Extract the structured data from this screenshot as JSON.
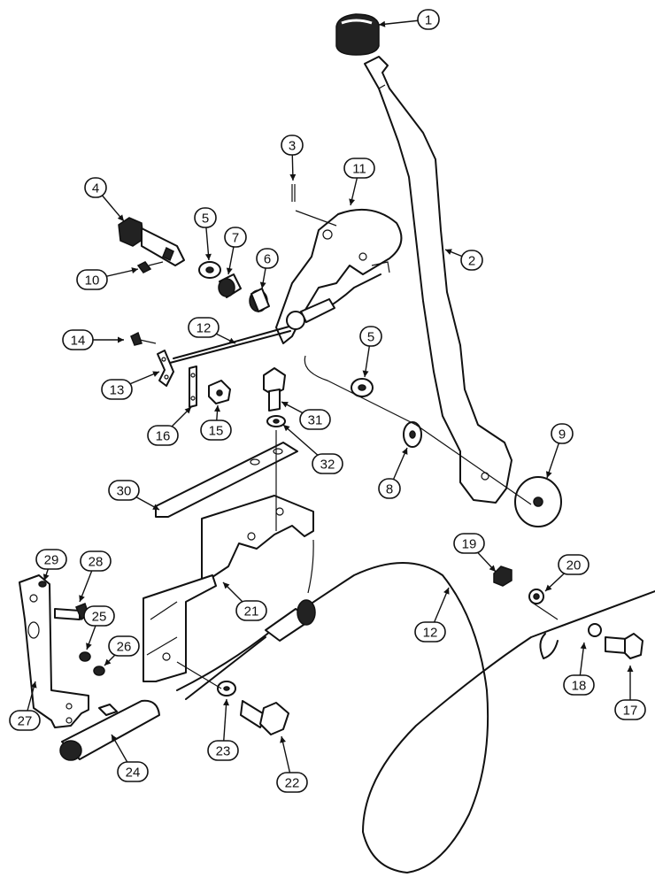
{
  "callouts": [
    {
      "id": "c1",
      "label": "1"
    },
    {
      "id": "c2",
      "label": "2"
    },
    {
      "id": "c3",
      "label": "3"
    },
    {
      "id": "c4",
      "label": "4"
    },
    {
      "id": "c5a",
      "label": "5"
    },
    {
      "id": "c5b",
      "label": "5"
    },
    {
      "id": "c6",
      "label": "6"
    },
    {
      "id": "c7",
      "label": "7"
    },
    {
      "id": "c8",
      "label": "8"
    },
    {
      "id": "c9",
      "label": "9"
    },
    {
      "id": "c10",
      "label": "10"
    },
    {
      "id": "c11",
      "label": "11"
    },
    {
      "id": "c12a",
      "label": "12"
    },
    {
      "id": "c12b",
      "label": "12"
    },
    {
      "id": "c13",
      "label": "13"
    },
    {
      "id": "c14",
      "label": "14"
    },
    {
      "id": "c15",
      "label": "15"
    },
    {
      "id": "c16",
      "label": "16"
    },
    {
      "id": "c17",
      "label": "17"
    },
    {
      "id": "c18",
      "label": "18"
    },
    {
      "id": "c19",
      "label": "19"
    },
    {
      "id": "c20",
      "label": "20"
    },
    {
      "id": "c21",
      "label": "21"
    },
    {
      "id": "c22",
      "label": "22"
    },
    {
      "id": "c23",
      "label": "23"
    },
    {
      "id": "c24",
      "label": "24"
    },
    {
      "id": "c25",
      "label": "25"
    },
    {
      "id": "c26",
      "label": "26"
    },
    {
      "id": "c27",
      "label": "27"
    },
    {
      "id": "c28",
      "label": "28"
    },
    {
      "id": "c29",
      "label": "29"
    },
    {
      "id": "c30",
      "label": "30"
    },
    {
      "id": "c31",
      "label": "31"
    },
    {
      "id": "c32",
      "label": "32"
    }
  ]
}
